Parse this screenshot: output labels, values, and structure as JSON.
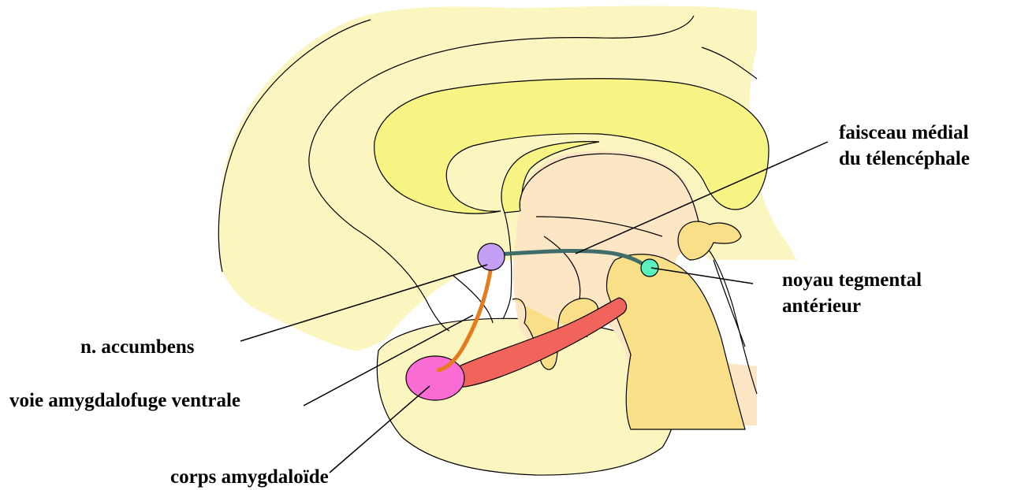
{
  "labels": {
    "faisceau_line1": "faisceau médial",
    "faisceau_line2": "du télencéphale",
    "noyau_line1": "noyau tegmental",
    "noyau_line2": "antérieur",
    "accumbens": "n. accumbens",
    "voie": "voie amygdalofuge ventrale",
    "corps": "corps amygdaloïde"
  },
  "colors": {
    "cortex": "#fbf6c0",
    "corpus_callosum": "#f7f483",
    "diencephalon": "#fce6c3",
    "brainstem": "#f9df87",
    "amygdala": "#fb6bd4",
    "accumbens": "#c59ef5",
    "tegmental_nucleus": "#5af0c0",
    "stria_red": "#f0645c",
    "mfb_tract": "#3f6e6a",
    "ventral_pathway": "#e67a1c",
    "outline": "#000000"
  }
}
